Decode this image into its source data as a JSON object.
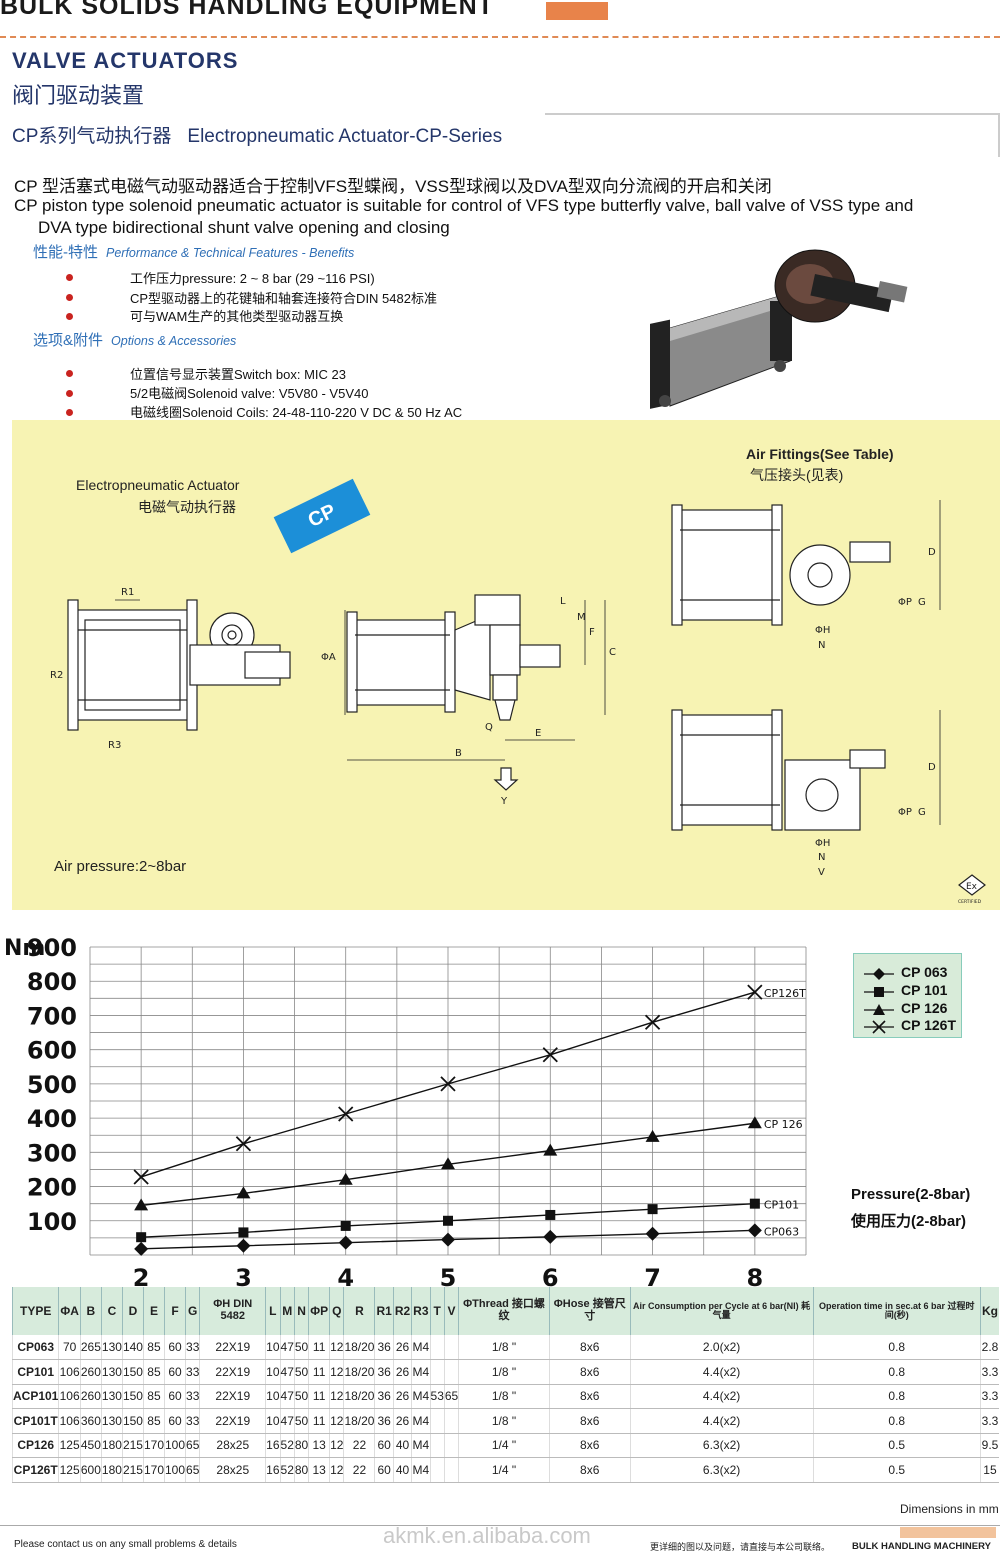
{
  "header": {
    "title": "BULK  SOLIDS  HANDLING EQUIPMENT",
    "section_en": "VALVE ACTUATORS",
    "section_cn": "阀门驱动装置",
    "series_cn": "CP系列气动执行器",
    "series_en": "Electropneumatic Actuator-CP-Series"
  },
  "description": {
    "cn": "CP 型活塞式电磁气动驱动器适合于控制VFS型蝶阀，VSS型球阀以及DVA型双向分流阀的开启和关闭",
    "en1": "CP piston type solenoid pneumatic actuator is suitable for control of VFS type butterfly valve, ball valve of VSS type and",
    "en2": "DVA type bidirectional shunt valve opening and closing"
  },
  "performance": {
    "head_cn": "性能-特性",
    "head_en": "Performance & Technical Features - Benefits",
    "items": [
      "工作压力pressure:    2 ~ 8 bar (29 ~116 PSI)",
      "CP型驱动器上的花键轴和轴套连接符合DIN 5482标准",
      "可与WAM生产的其他类型驱动器互换"
    ]
  },
  "options": {
    "head_cn": "选项&附件",
    "head_en": "Options & Accessories",
    "items": [
      "位置信号显示装置Switch box:     MIC 23",
      "5/2电磁阀Solenoid valve:      V5V80 - V5V40",
      "电磁线圈Solenoid  Coils:       24-48-110-220 V  DC & 50 Hz  AC"
    ]
  },
  "drawing": {
    "title_en": "Electropneumatic Actuator",
    "title_cn": "电磁气动执行器",
    "badge": "CP",
    "air_fittings_en": "Air Fittings(See Table)",
    "air_fittings_cn": "气压接头(见表)",
    "air_pressure": "Air pressure:2~8bar",
    "certified": "CERTIFIED",
    "ex": "Ex",
    "dims": {
      "R1": "R1",
      "R2": "R2",
      "R3": "R3",
      "A": "ΦA",
      "B": "B",
      "C": "C",
      "E": "E",
      "F": "F",
      "L": "L",
      "M": "M",
      "Q": "Q",
      "Y": "Y",
      "D": "D",
      "G": "G",
      "P": "ΦP",
      "H": "ΦH",
      "N": "N",
      "V": "V"
    }
  },
  "chart_data": {
    "type": "line",
    "ylabel": "Nm",
    "x": [
      2,
      3,
      4,
      5,
      6,
      7,
      8
    ],
    "xlim": [
      1.5,
      8.5
    ],
    "ylim": [
      0,
      900
    ],
    "yticks": [
      100,
      200,
      300,
      400,
      500,
      600,
      700,
      800,
      900
    ],
    "grid": true,
    "legend_position": "top-right",
    "series": [
      {
        "name": "CP 063",
        "label": "CP063",
        "marker": "diamond",
        "values": [
          18,
          27,
          36,
          45,
          53,
          62,
          72
        ]
      },
      {
        "name": "CP 101",
        "label": "CP101",
        "marker": "square",
        "values": [
          52,
          66,
          85,
          100,
          117,
          134,
          150
        ]
      },
      {
        "name": "CP 126",
        "label": "CP 126",
        "marker": "triangle",
        "values": [
          145,
          180,
          220,
          265,
          305,
          345,
          385
        ]
      },
      {
        "name": "CP 126T",
        "label": "CP126T",
        "marker": "x",
        "values": [
          228,
          325,
          412,
          500,
          585,
          680,
          768
        ]
      }
    ],
    "pressure_en": "Pressure(2-8bar)",
    "pressure_cn": "使用压力(2-8bar)"
  },
  "table": {
    "headers": [
      "TYPE",
      "ΦA",
      "B",
      "C",
      "D",
      "E",
      "F",
      "G",
      "ΦH DIN 5482",
      "L",
      "M",
      "N",
      "ΦP",
      "Q",
      "R",
      "R1",
      "R2",
      "R3",
      "T",
      "V",
      "ΦThread 接口螺纹",
      "ΦHose 接管尺寸",
      "Air Consumption per Cycle at 6 bar(Nl) 耗气量",
      "Operation time in sec.at 6 bar 过程时间(秒)",
      "Kg"
    ],
    "rows": [
      [
        "CP063",
        "70",
        "265",
        "130",
        "140",
        "85",
        "60",
        "33",
        "22X19",
        "10",
        "47",
        "50",
        "11",
        "12",
        "18/20",
        "36",
        "26",
        "M4",
        "",
        "",
        "1/8 \"",
        "8x6",
        "2.0(x2)",
        "0.8",
        "2.8"
      ],
      [
        "CP101",
        "106",
        "260",
        "130",
        "150",
        "85",
        "60",
        "33",
        "22X19",
        "10",
        "47",
        "50",
        "11",
        "12",
        "18/20",
        "36",
        "26",
        "M4",
        "",
        "",
        "1/8 \"",
        "8x6",
        "4.4(x2)",
        "0.8",
        "3.3"
      ],
      [
        "ACP101",
        "106",
        "260",
        "130",
        "150",
        "85",
        "60",
        "33",
        "22X19",
        "10",
        "47",
        "50",
        "11",
        "12",
        "18/20",
        "36",
        "26",
        "M4",
        "53",
        "65",
        "1/8 \"",
        "8x6",
        "4.4(x2)",
        "0.8",
        "3.3"
      ],
      [
        "CP101T",
        "106",
        "360",
        "130",
        "150",
        "85",
        "60",
        "33",
        "22X19",
        "10",
        "47",
        "50",
        "11",
        "12",
        "18/20",
        "36",
        "26",
        "M4",
        "",
        "",
        "1/8 \"",
        "8x6",
        "4.4(x2)",
        "0.8",
        "3.3"
      ],
      [
        "CP126",
        "125",
        "450",
        "180",
        "215",
        "170",
        "100",
        "65",
        "28x25",
        "16",
        "52",
        "80",
        "13",
        "12",
        "22",
        "60",
        "40",
        "M4",
        "",
        "",
        "1/4 \"",
        "8x6",
        "6.3(x2)",
        "0.5",
        "9.5"
      ],
      [
        "CP126T",
        "125",
        "600",
        "180",
        "215",
        "170",
        "100",
        "65",
        "28x25",
        "16",
        "52",
        "80",
        "13",
        "12",
        "22",
        "60",
        "40",
        "M4",
        "",
        "",
        "1/4 \"",
        "8x6",
        "6.3(x2)",
        "0.5",
        "15"
      ]
    ],
    "note": "Dimensions in mm"
  },
  "footer": {
    "left": "Please contact us on any small problems & details",
    "url": "akmk.en.alibaba.com",
    "cn": "更详细的图以及问题，请直接与本公司联络。",
    "right": "BULK HANDLING MACHINERY"
  }
}
